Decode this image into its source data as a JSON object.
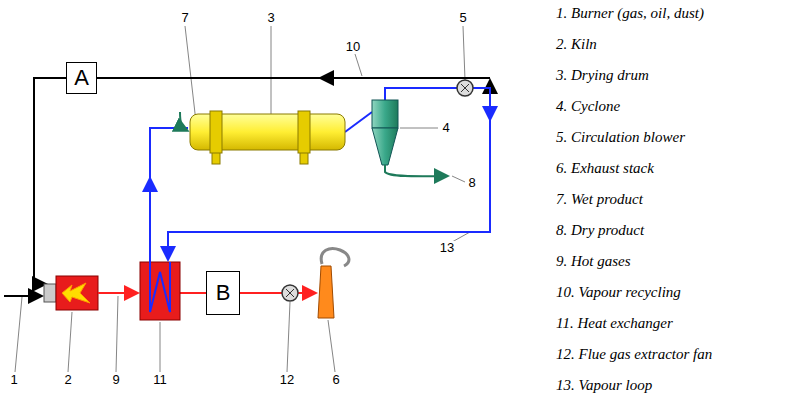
{
  "diagram": {
    "nodes": [
      {
        "text": [
          "A"
        ]
      },
      {
        "text": [
          "B"
        ]
      }
    ],
    "labels": [
      "7",
      "3",
      "10",
      "5",
      "4",
      "8",
      "13",
      "1",
      "2",
      "9",
      "11",
      "12",
      "6",
      "1. Burner (gas, oil, dust)",
      "2. Kiln",
      "3. Drying drum",
      "4. Cyclone",
      "5. Circulation blower",
      "6. Exhaust stack",
      "7. Wet product",
      "8. Dry product",
      "9. Hot gases",
      "10. Vapour recycling",
      "11. Heat exchanger",
      "12. Flue gas extractor fan",
      "13. Vapour loop"
    ]
  }
}
